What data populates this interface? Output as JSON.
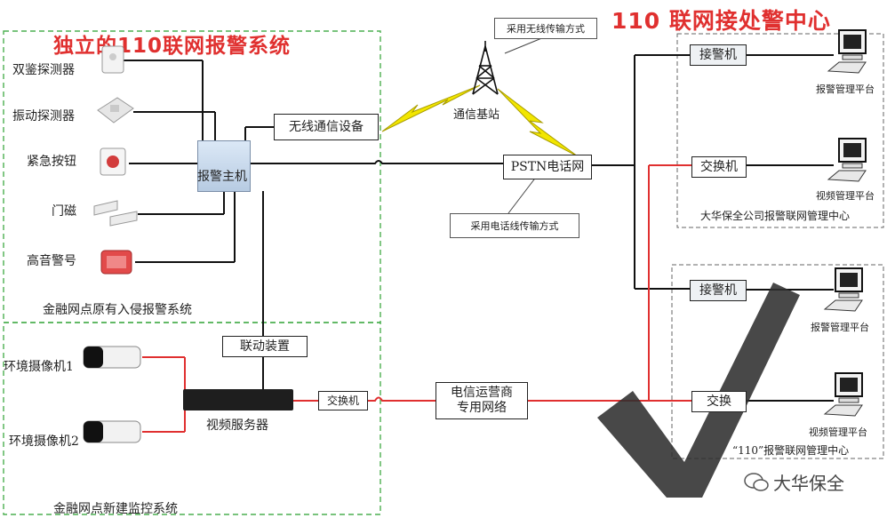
{
  "titles": {
    "left": "独立的110联网报警系统",
    "right": "110 联网接处警中心"
  },
  "sensors": [
    "双鉴探测器",
    "振动探测器",
    "紧急按钮",
    "门磁",
    "高音警号"
  ],
  "alarm_host": "报警主机",
  "wireless_device": "无线通信设备",
  "base_station": "通信基站",
  "wireless_note": "采用无线传输方式",
  "pstn": "PSTN电话网",
  "phone_note": "采用电话线传输方式",
  "linkage": "联动装置",
  "video_server": "视频服务器",
  "switch": "交换机",
  "carrier_network": [
    "电信运营商",
    "专用网络"
  ],
  "cameras": [
    "环境摄像机1",
    "环境摄像机2"
  ],
  "section_labels": {
    "intrusion": "金融网点原有入侵报警系统",
    "monitoring": "金融网点新建监控系统"
  },
  "center_top": {
    "receiver": "接警机",
    "switch": "交换机",
    "alarm_platform": "报警管理平台",
    "video_platform": "视频管理平台",
    "name": "大华保全公司报警联网管理中心"
  },
  "center_bottom": {
    "receiver": "接警机",
    "switch": "交换",
    "alarm_platform": "报警管理平台",
    "video_platform": "视频管理平台",
    "name": "“110”报警联网管理中心"
  },
  "watermark": "大华保全",
  "colors": {
    "title_red": "#e0302f",
    "red_wire": "#e03030",
    "green_border": "#4caf50"
  }
}
